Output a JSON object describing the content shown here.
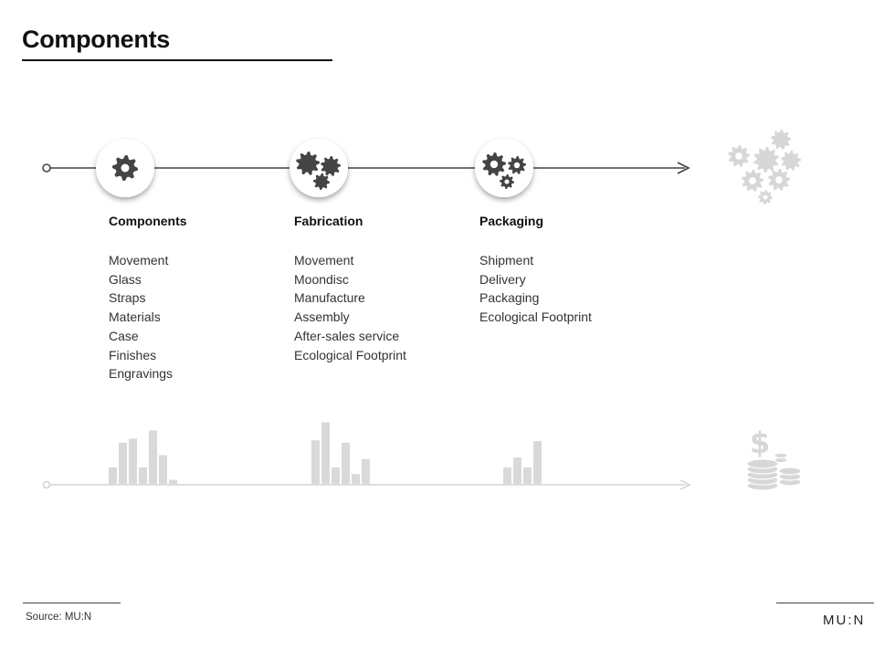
{
  "title": "Components",
  "stages": [
    {
      "heading": "Components",
      "items": [
        "Movement",
        "Glass",
        "Straps",
        "Materials",
        "Case",
        "Finishes",
        "Engravings"
      ],
      "icon": "single-gear-icon",
      "bars": [
        2,
        5,
        5.5,
        2,
        6.5,
        3.5,
        0.5
      ]
    },
    {
      "heading": "Fabrication",
      "items": [
        "Movement",
        "Moondisc",
        "Manufacture",
        "Assembly",
        "After-sales service",
        "Ecological Footprint"
      ],
      "icon": "gear-cluster-icon",
      "bars": [
        5.3,
        7.5,
        2,
        5,
        1.2,
        3
      ]
    },
    {
      "heading": "Packaging",
      "items": [
        "Shipment",
        "Delivery",
        "Packaging",
        "Ecological Footprint"
      ],
      "icon": "gears-icon",
      "bars": [
        2,
        3.2,
        2,
        5.2
      ]
    }
  ],
  "end_icons": {
    "top": "gears-group-icon",
    "bottom": "dollar-coins-icon",
    "dollar_sign": "$"
  },
  "footer": {
    "source": "Source: MU:N",
    "brand": "MU:N"
  },
  "colors": {
    "line": "#444444",
    "bars": "#d9d9d9",
    "faded_icon": "#d7d7d7",
    "gear": "#444444"
  }
}
